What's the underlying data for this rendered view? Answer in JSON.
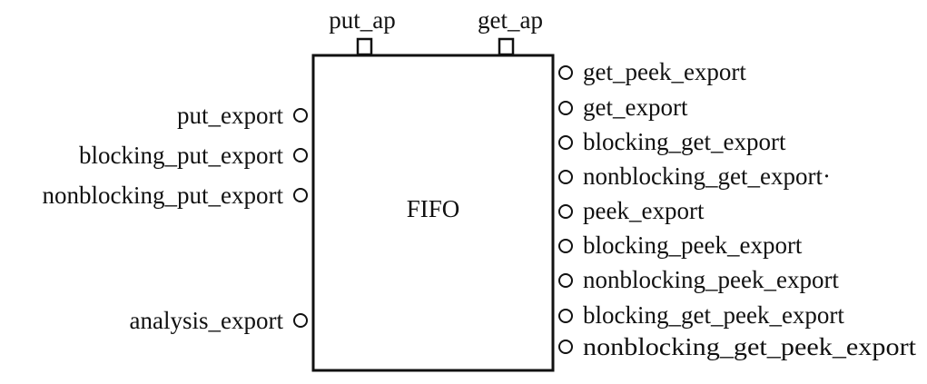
{
  "component": {
    "name": "FIFO"
  },
  "top_ports": [
    {
      "label": "put_ap"
    },
    {
      "label": "get_ap"
    }
  ],
  "left_ports": [
    {
      "label": "put_export"
    },
    {
      "label": "blocking_put_export"
    },
    {
      "label": "nonblocking_put_export"
    },
    {
      "label": "analysis_export"
    }
  ],
  "right_ports": [
    {
      "label": "get_peek_export"
    },
    {
      "label": "get_export"
    },
    {
      "label": "blocking_get_export"
    },
    {
      "label": "nonblocking_get_export·"
    },
    {
      "label": "peek_export"
    },
    {
      "label": "blocking_peek_export"
    },
    {
      "label": "nonblocking_peek_export"
    },
    {
      "label": "blocking_get_peek_export"
    },
    {
      "label": "nonblocking_get_peek_export"
    }
  ],
  "colors": {
    "stroke": "#111111",
    "background": "#ffffff"
  }
}
